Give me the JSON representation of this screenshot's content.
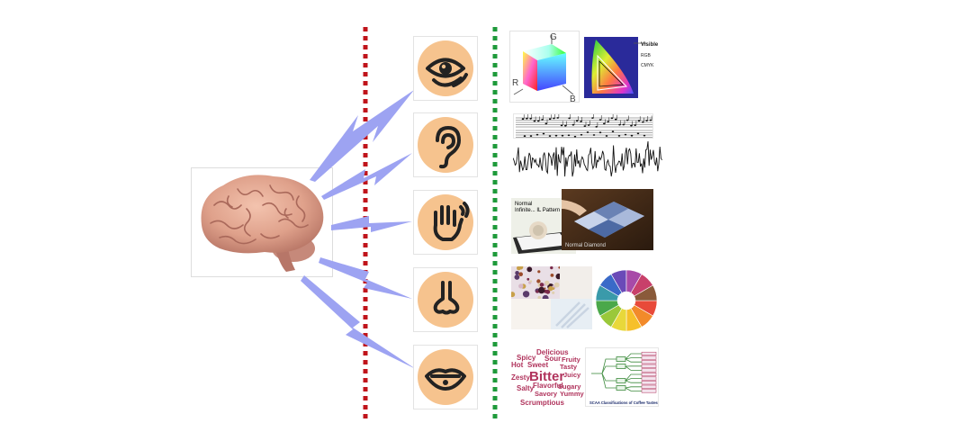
{
  "colors": {
    "sense_disc": "#f6c38e",
    "icon_stroke": "#222222",
    "lightning": "#9da3f2",
    "red_divider": "#c0141b",
    "green_divider": "#1e9a3a",
    "word_cloud": "#b0335c"
  },
  "senses": [
    {
      "name": "sight",
      "icon": "eye-icon"
    },
    {
      "name": "hearing",
      "icon": "ear-icon"
    },
    {
      "name": "touch",
      "icon": "hand-icon"
    },
    {
      "name": "smell",
      "icon": "nose-icon"
    },
    {
      "name": "taste",
      "icon": "mouth-icon"
    }
  ],
  "sight_panel": {
    "cube_labels": {
      "g": "G",
      "r": "R",
      "b": "B"
    },
    "gamut_legend": [
      "Visible",
      "RGB",
      "CMYK"
    ]
  },
  "touch_panel": {
    "label_top": "Normal",
    "label_top2": "Infinite... IL Pattern",
    "label_bottom": "Normal  Diamond"
  },
  "taste_panel": {
    "words": [
      "Delicious",
      "Spicy",
      "Sour",
      "Fruity",
      "Hot",
      "Sweet",
      "Tasty",
      "Zesty",
      "Bitter",
      "Juicy",
      "Flavorful",
      "Sugary",
      "Salty",
      "Savory",
      "Yummy",
      "Scrumptious"
    ],
    "caption": "SCAA Classifications of Coffee Tastes"
  }
}
